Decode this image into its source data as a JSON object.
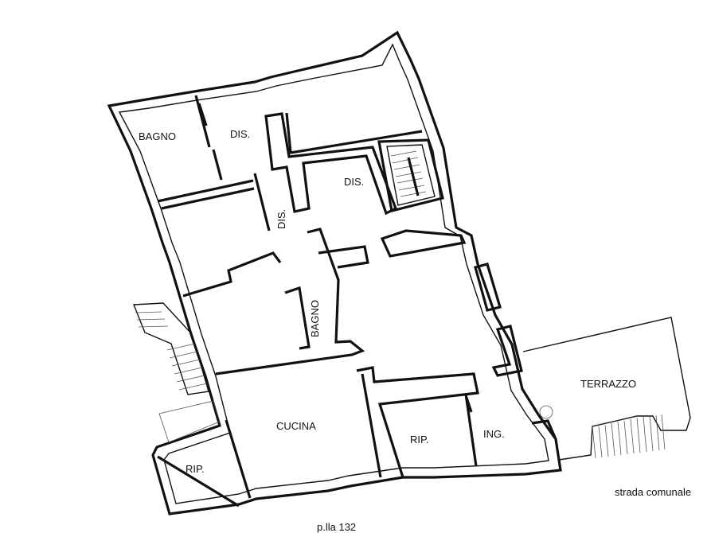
{
  "rooms": {
    "bagno_1": "BAGNO",
    "dis_1": "DIS.",
    "dis_2": "DIS.",
    "dis_vertical": "DIS.",
    "bagno_2": "BAGNO",
    "cucina": "CUCINA",
    "rip_1": "RIP.",
    "rip_2": "RIP.",
    "ing": "ING.",
    "terrazzo": "TERRAZZO"
  },
  "notes": {
    "street": "strada comunale",
    "parcel": "p.lla 132"
  }
}
